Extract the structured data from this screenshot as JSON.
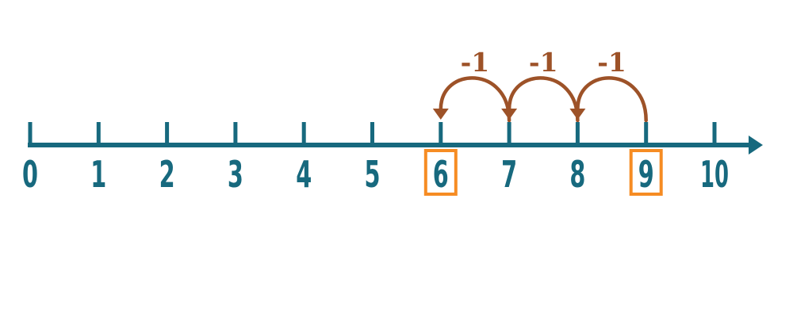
{
  "colors": {
    "axis": "#17697E",
    "hop": "#9D5228",
    "hop_label": "#9D5228",
    "highlight_box": "#F68C23",
    "background": "#FFFFFF"
  },
  "number_line": {
    "min": 0,
    "max": 10,
    "ticks": [
      {
        "value": 0,
        "label": "0"
      },
      {
        "value": 1,
        "label": "1"
      },
      {
        "value": 2,
        "label": "2"
      },
      {
        "value": 3,
        "label": "3"
      },
      {
        "value": 4,
        "label": "4"
      },
      {
        "value": 5,
        "label": "5"
      },
      {
        "value": 6,
        "label": "6"
      },
      {
        "value": 7,
        "label": "7"
      },
      {
        "value": 8,
        "label": "8"
      },
      {
        "value": 9,
        "label": "9"
      },
      {
        "value": 10,
        "label": "10"
      }
    ],
    "highlighted_values": [
      6,
      9
    ],
    "arrow_end": "right"
  },
  "hops": [
    {
      "from": 9,
      "to": 8,
      "label": "-1"
    },
    {
      "from": 8,
      "to": 7,
      "label": "-1"
    },
    {
      "from": 7,
      "to": 6,
      "label": "-1"
    }
  ]
}
